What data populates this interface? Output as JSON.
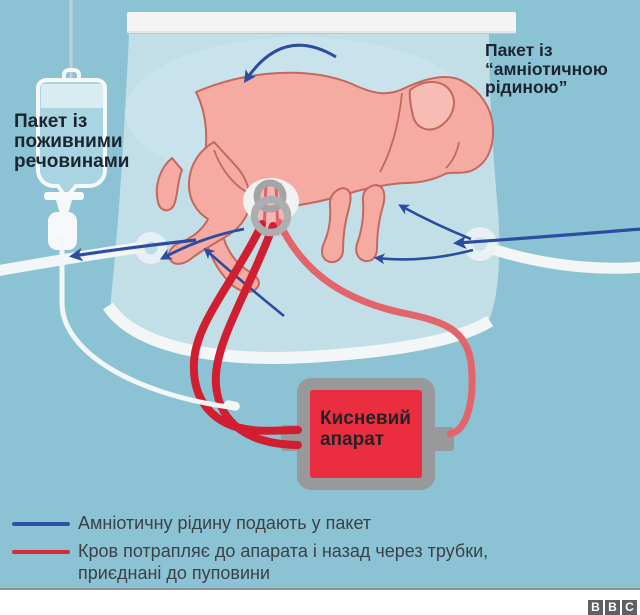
{
  "diagram": {
    "type": "infographic",
    "subject": "artificial-womb-biobag-with-lamb-fetus",
    "labels": {
      "nutrient_bag": {
        "lines": [
          "Пакет із",
          "поживними",
          "речовинами"
        ]
      },
      "amniotic_bag": {
        "lines": [
          "Пакет із",
          "“амніотичною",
          "рідиною”"
        ]
      },
      "oxygen_device": {
        "lines": [
          "Кисневий",
          "апарат"
        ]
      }
    },
    "legend": {
      "items": [
        {
          "swatch_color": "#2F51A5",
          "lines": [
            "Амніотичну рідину подають у пакет"
          ]
        },
        {
          "swatch_color": "#D62B36",
          "lines": [
            "Кров потрапляє до апарата і назад через трубки,",
            "приєднані до пуповини"
          ]
        }
      ]
    },
    "branding": {
      "logo": "BBC",
      "letters": [
        "B",
        "B",
        "C"
      ]
    },
    "colors": {
      "background": "#8CC3D4",
      "bag_fill": "#C2DFE8",
      "bag_edge_white": "#F2F6F7",
      "lamb_skin": "#F5ABA1",
      "lamb_outline": "#C4685E",
      "arrow_blue": "#2C4CA0",
      "tube_red": "#D11F31",
      "tube_pink": "#E4646C",
      "device_body_gray": "#97999B",
      "device_panel_red": "#EA2E40",
      "iv_fluid_blue": "#A9D4E2"
    }
  }
}
